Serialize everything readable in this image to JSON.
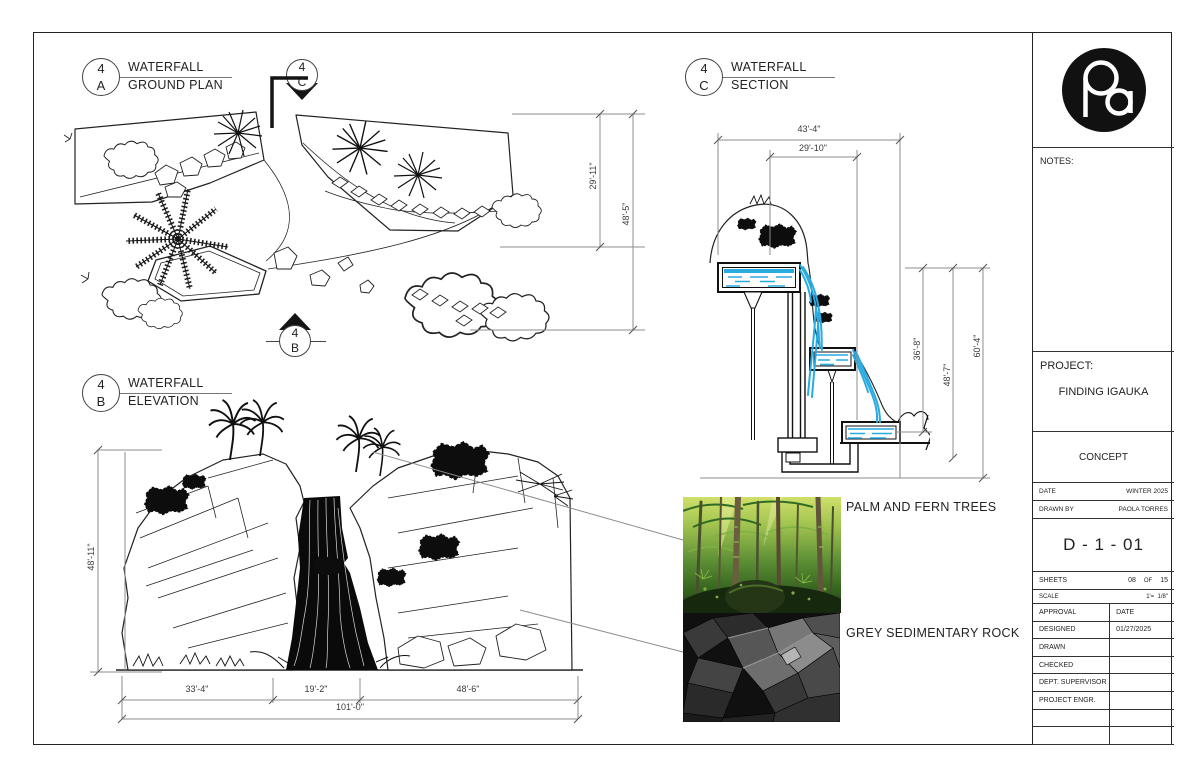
{
  "sheet": {
    "views": {
      "ground_plan": {
        "ref_number": "4",
        "ref_letter": "A",
        "title_line1": "WATERFALL",
        "title_line2": "GROUND PLAN"
      },
      "elevation": {
        "ref_number": "4",
        "ref_letter": "B",
        "title_line1": "WATERFALL",
        "title_line2": "ELEVATION"
      },
      "section": {
        "ref_number": "4",
        "ref_letter": "C",
        "title_line1": "WATERFALL",
        "title_line2": "SECTION"
      }
    },
    "markers": {
      "section_cut": {
        "number": "4",
        "letter": "C"
      },
      "elevation_view": {
        "number": "4",
        "letter": "B"
      }
    },
    "dimensions": {
      "ground_plan_inner_height": "29'-11\"",
      "ground_plan_outer_height": "48'-5\"",
      "section_top_overall": "43'-4\"",
      "section_top_inner": "29'-10\"",
      "section_height_upper": "36'-8\"",
      "section_height_mid": "48'-7\"",
      "section_height_overall": "60'-4\"",
      "elevation_height": "48'-11\"",
      "elevation_width_left": "33'-4\"",
      "elevation_width_center": "19'-2\"",
      "elevation_width_right": "48'-6\"",
      "elevation_width_overall": "101'-0\""
    },
    "material_callouts": {
      "trees": "PALM AND FERN TREES",
      "rock": "GREY SEDIMENTARY ROCK"
    }
  },
  "title_block": {
    "notes_label": "NOTES:",
    "project_label": "PROJECT:",
    "project_name": "FINDING IGAUKA",
    "phase": "CONCEPT",
    "date_label": "DATE",
    "date_value": "WINTER 2025",
    "drawn_by_label": "DRAWN BY",
    "drawn_by_value": "PAOLA TORRES",
    "drawing_number": "D - 1 - 01",
    "sheets_label": "SHEETS",
    "sheets_current": "08",
    "sheets_of": "OF",
    "sheets_total": "15",
    "scale_label": "SCALE",
    "scale_value": "1'=  1/8\"",
    "approval": {
      "header_label": "APPROVAL",
      "header_value": "DATE",
      "rows": [
        {
          "label": "DESIGNED",
          "value": "01/27/2025"
        },
        {
          "label": "DRAWN",
          "value": ""
        },
        {
          "label": "CHECKED",
          "value": ""
        },
        {
          "label": "DEPT. SUPERVISOR",
          "value": ""
        },
        {
          "label": "PROJECT ENGR.",
          "value": ""
        },
        {
          "label": "",
          "value": ""
        },
        {
          "label": "",
          "value": ""
        }
      ]
    }
  },
  "colors": {
    "water_blue": "#29ABE2",
    "line_black": "#1a1a1a",
    "dim_grey": "#8c8c8c"
  }
}
